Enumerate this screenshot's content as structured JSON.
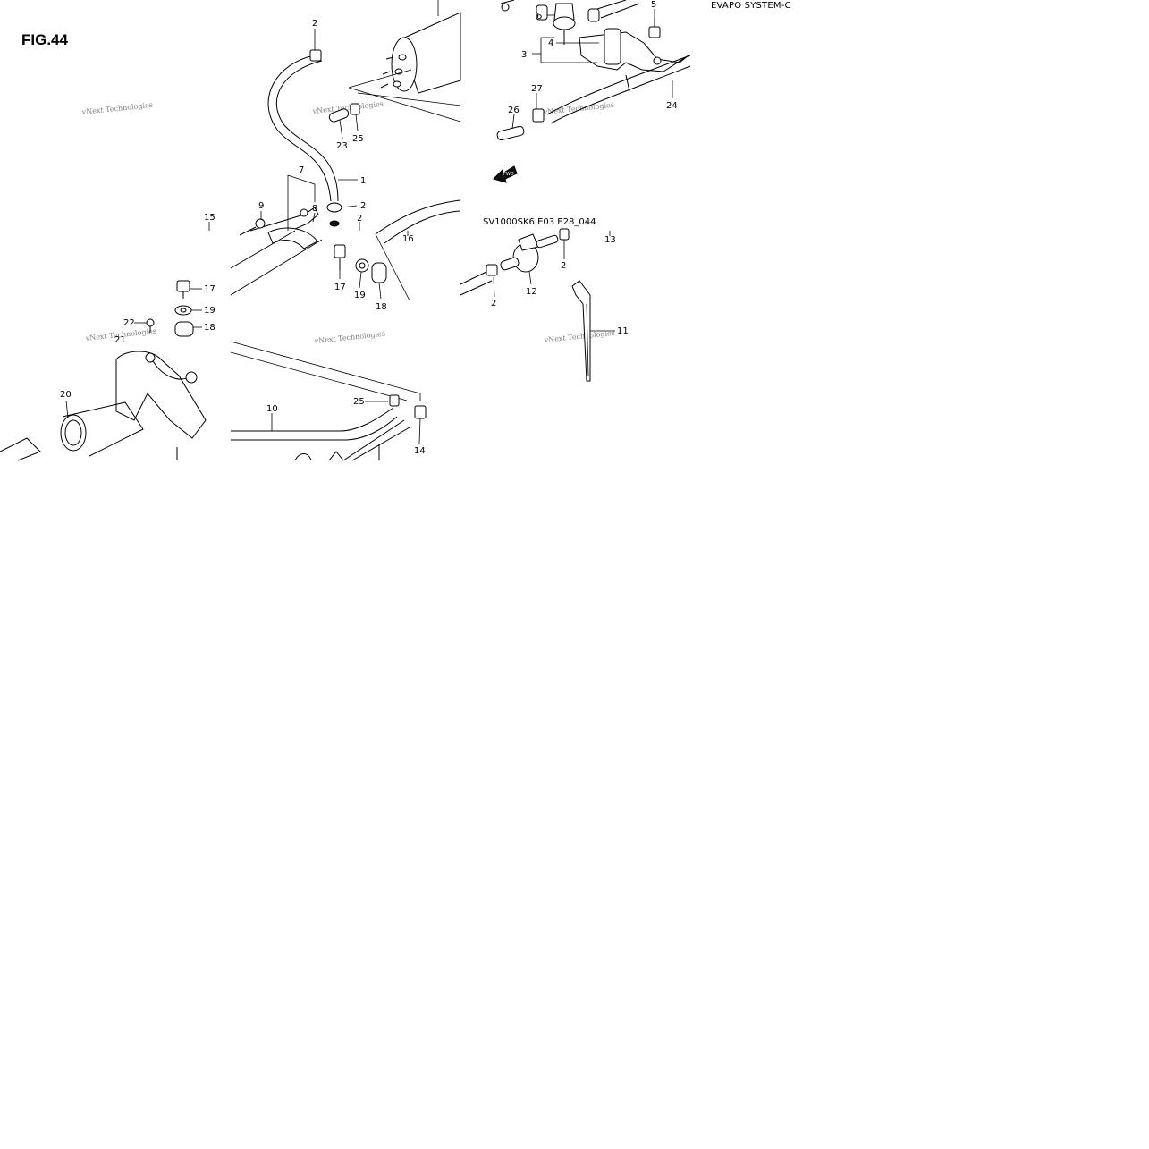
{
  "diagram": {
    "figure_label": "FIG.44",
    "system_title": "EVAPO SYSTEM-C",
    "drawing_code": "SV1000SK6 E03 E28_044",
    "watermark_text": "vNext Technologies",
    "fwd_arrow_label": "FWD",
    "callouts": [
      "2",
      "25",
      "23",
      "1",
      "7",
      "9",
      "8",
      "2",
      "2",
      "15",
      "16",
      "17",
      "19",
      "18",
      "17",
      "19",
      "18",
      "22",
      "21",
      "20",
      "10",
      "25",
      "14",
      "5",
      "6",
      "4",
      "3",
      "27",
      "26",
      "24",
      "13",
      "2",
      "12",
      "2",
      "11"
    ]
  }
}
